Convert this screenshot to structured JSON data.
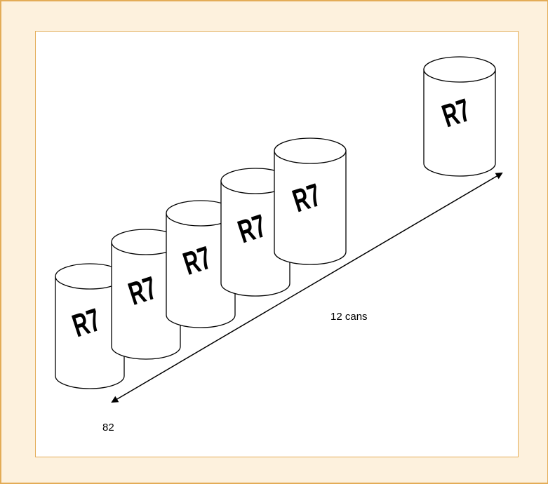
{
  "diagram": {
    "can_label": "R7",
    "count_label": "12 cans",
    "length_label": "82"
  },
  "cans": [
    {
      "label": "R7"
    },
    {
      "label": "R7"
    },
    {
      "label": "R7"
    },
    {
      "label": "R7"
    },
    {
      "label": "R7"
    },
    {
      "label": "R7"
    }
  ],
  "colors": {
    "frame_border": "#e3ac57",
    "frame_fill": "#fdf1dd",
    "panel_fill": "#ffffff",
    "ink": "#000000"
  }
}
